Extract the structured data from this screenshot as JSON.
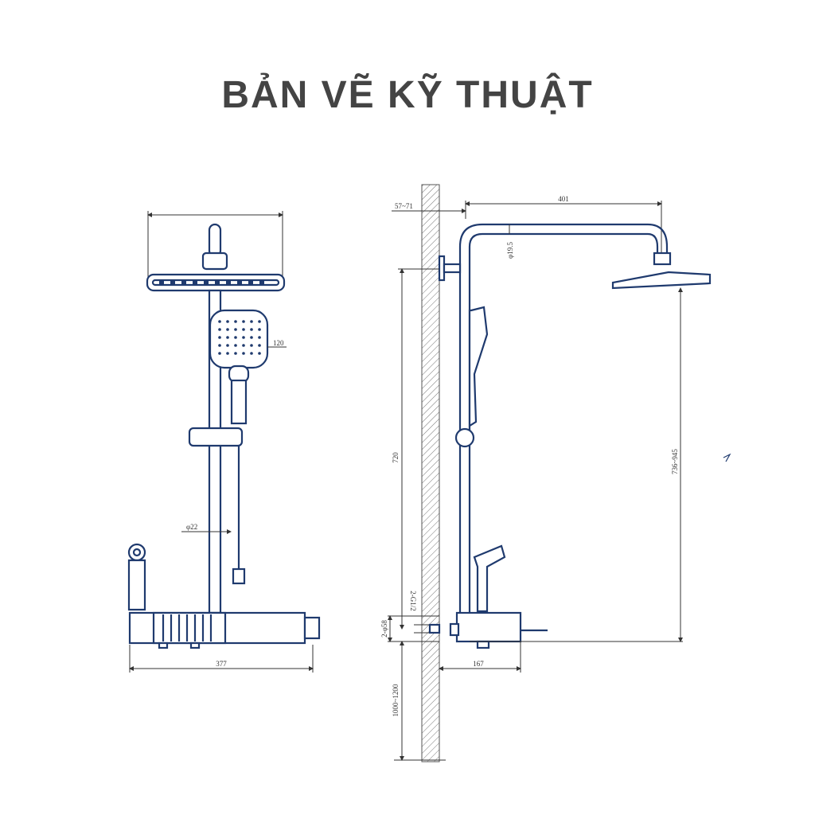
{
  "title": "BẢN VẼ KỸ THUẬT",
  "colors": {
    "line": "#1f3a6e",
    "dimension": "#333333",
    "title": "#444444"
  },
  "front_view": {
    "dims": {
      "top_width": "",
      "handshower": "120",
      "rail_diameter": "φ22",
      "base_width": "377"
    }
  },
  "side_view": {
    "dims": {
      "wall_offset": "57~71",
      "arm_reach": "401",
      "arm_tube": "φ19.5",
      "rail_height": "720",
      "head_height": "736~945",
      "inlet_thread": "2-G1/2",
      "inlet_spacing": "2-φ58",
      "mixer_depth": "167",
      "mount_height": "1000~1200"
    }
  }
}
